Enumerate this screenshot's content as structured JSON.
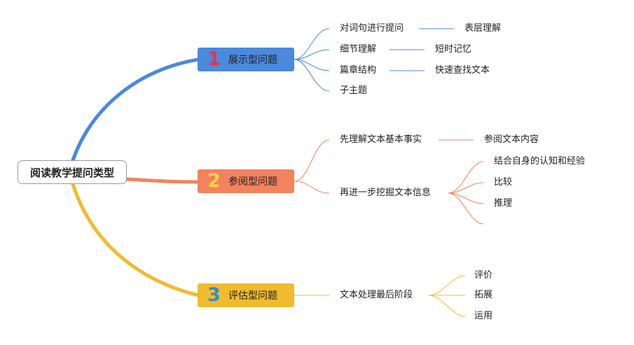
{
  "root": {
    "label": "阅读教学提问类型"
  },
  "branches": [
    {
      "num": "1",
      "label": "展示型问题",
      "color": "#4a89dc",
      "children": [
        {
          "label": "对词句进行提问",
          "sub": [
            "表层理解"
          ]
        },
        {
          "label": "细节理解",
          "sub": [
            "短时记忆"
          ]
        },
        {
          "label": "篇章结构",
          "sub": [
            "快速查找文本"
          ]
        },
        {
          "label": "子主题",
          "sub": []
        }
      ]
    },
    {
      "num": "2",
      "label": "参阅型问题",
      "color": "#f2835e",
      "children": [
        {
          "label": "先理解文本基本事实",
          "sub": [
            "参阅文本内容"
          ]
        },
        {
          "label": "再进一步挖掘文本信息",
          "sub": [
            "结合自身的认知和经验",
            "比较",
            "推理",
            ""
          ]
        }
      ]
    },
    {
      "num": "3",
      "label": "评估型问题",
      "color": "#f0bb2e",
      "children": [
        {
          "label": "文本处理最后阶段",
          "sub": [
            "评价",
            "拓展",
            "运用"
          ]
        }
      ]
    }
  ]
}
